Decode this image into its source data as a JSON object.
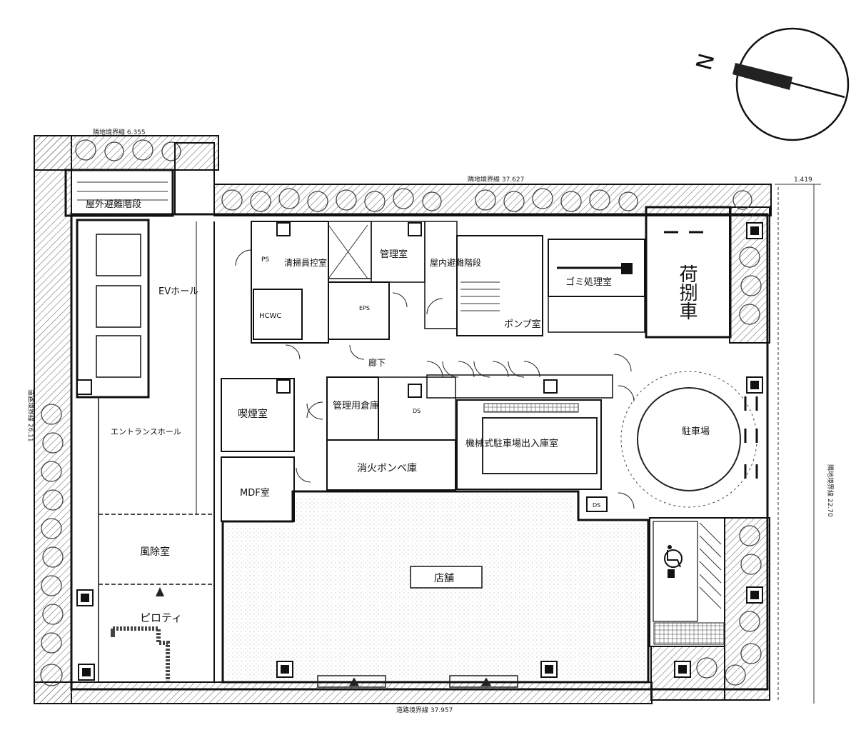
{
  "compass": {
    "north_label": "N"
  },
  "dimensions": {
    "top_left": "隣地境界線 6.355",
    "top_right": "隣地境界線 37.627",
    "top_far_right": "1.419",
    "right": "隣地境界線 22.70",
    "bottom": "道路境界線 37.957",
    "left": "道路境界線 26.11"
  },
  "rooms": {
    "stair_top": "屋外避難階段",
    "ev_hall": "EVホール",
    "entrance_hall": "エントランスホール",
    "windbreak": "風除室",
    "pilotis": "ピロティ",
    "ps": "PS",
    "cleaner_room": "清掃員控室",
    "toilet": "HCWC",
    "eps": "EPS",
    "management": "管理室",
    "indoor_stair": "屋内避難階段",
    "pump": "ポンプ室",
    "garbage": "ゴミ処理室",
    "loading": "荷捌車",
    "corridor": "廊下",
    "smoking": "喫煙室",
    "storage": "管理用倉庫",
    "ds1": "DS",
    "mdf": "MDF室",
    "fire_cylinder": "消火ボンベ庫",
    "mech_parking": "機械式駐車場出入庫室",
    "parking": "駐車場",
    "store": "店舗",
    "ds2": "DS"
  },
  "symbols": {
    "accessible": "wheelchair-icon"
  }
}
